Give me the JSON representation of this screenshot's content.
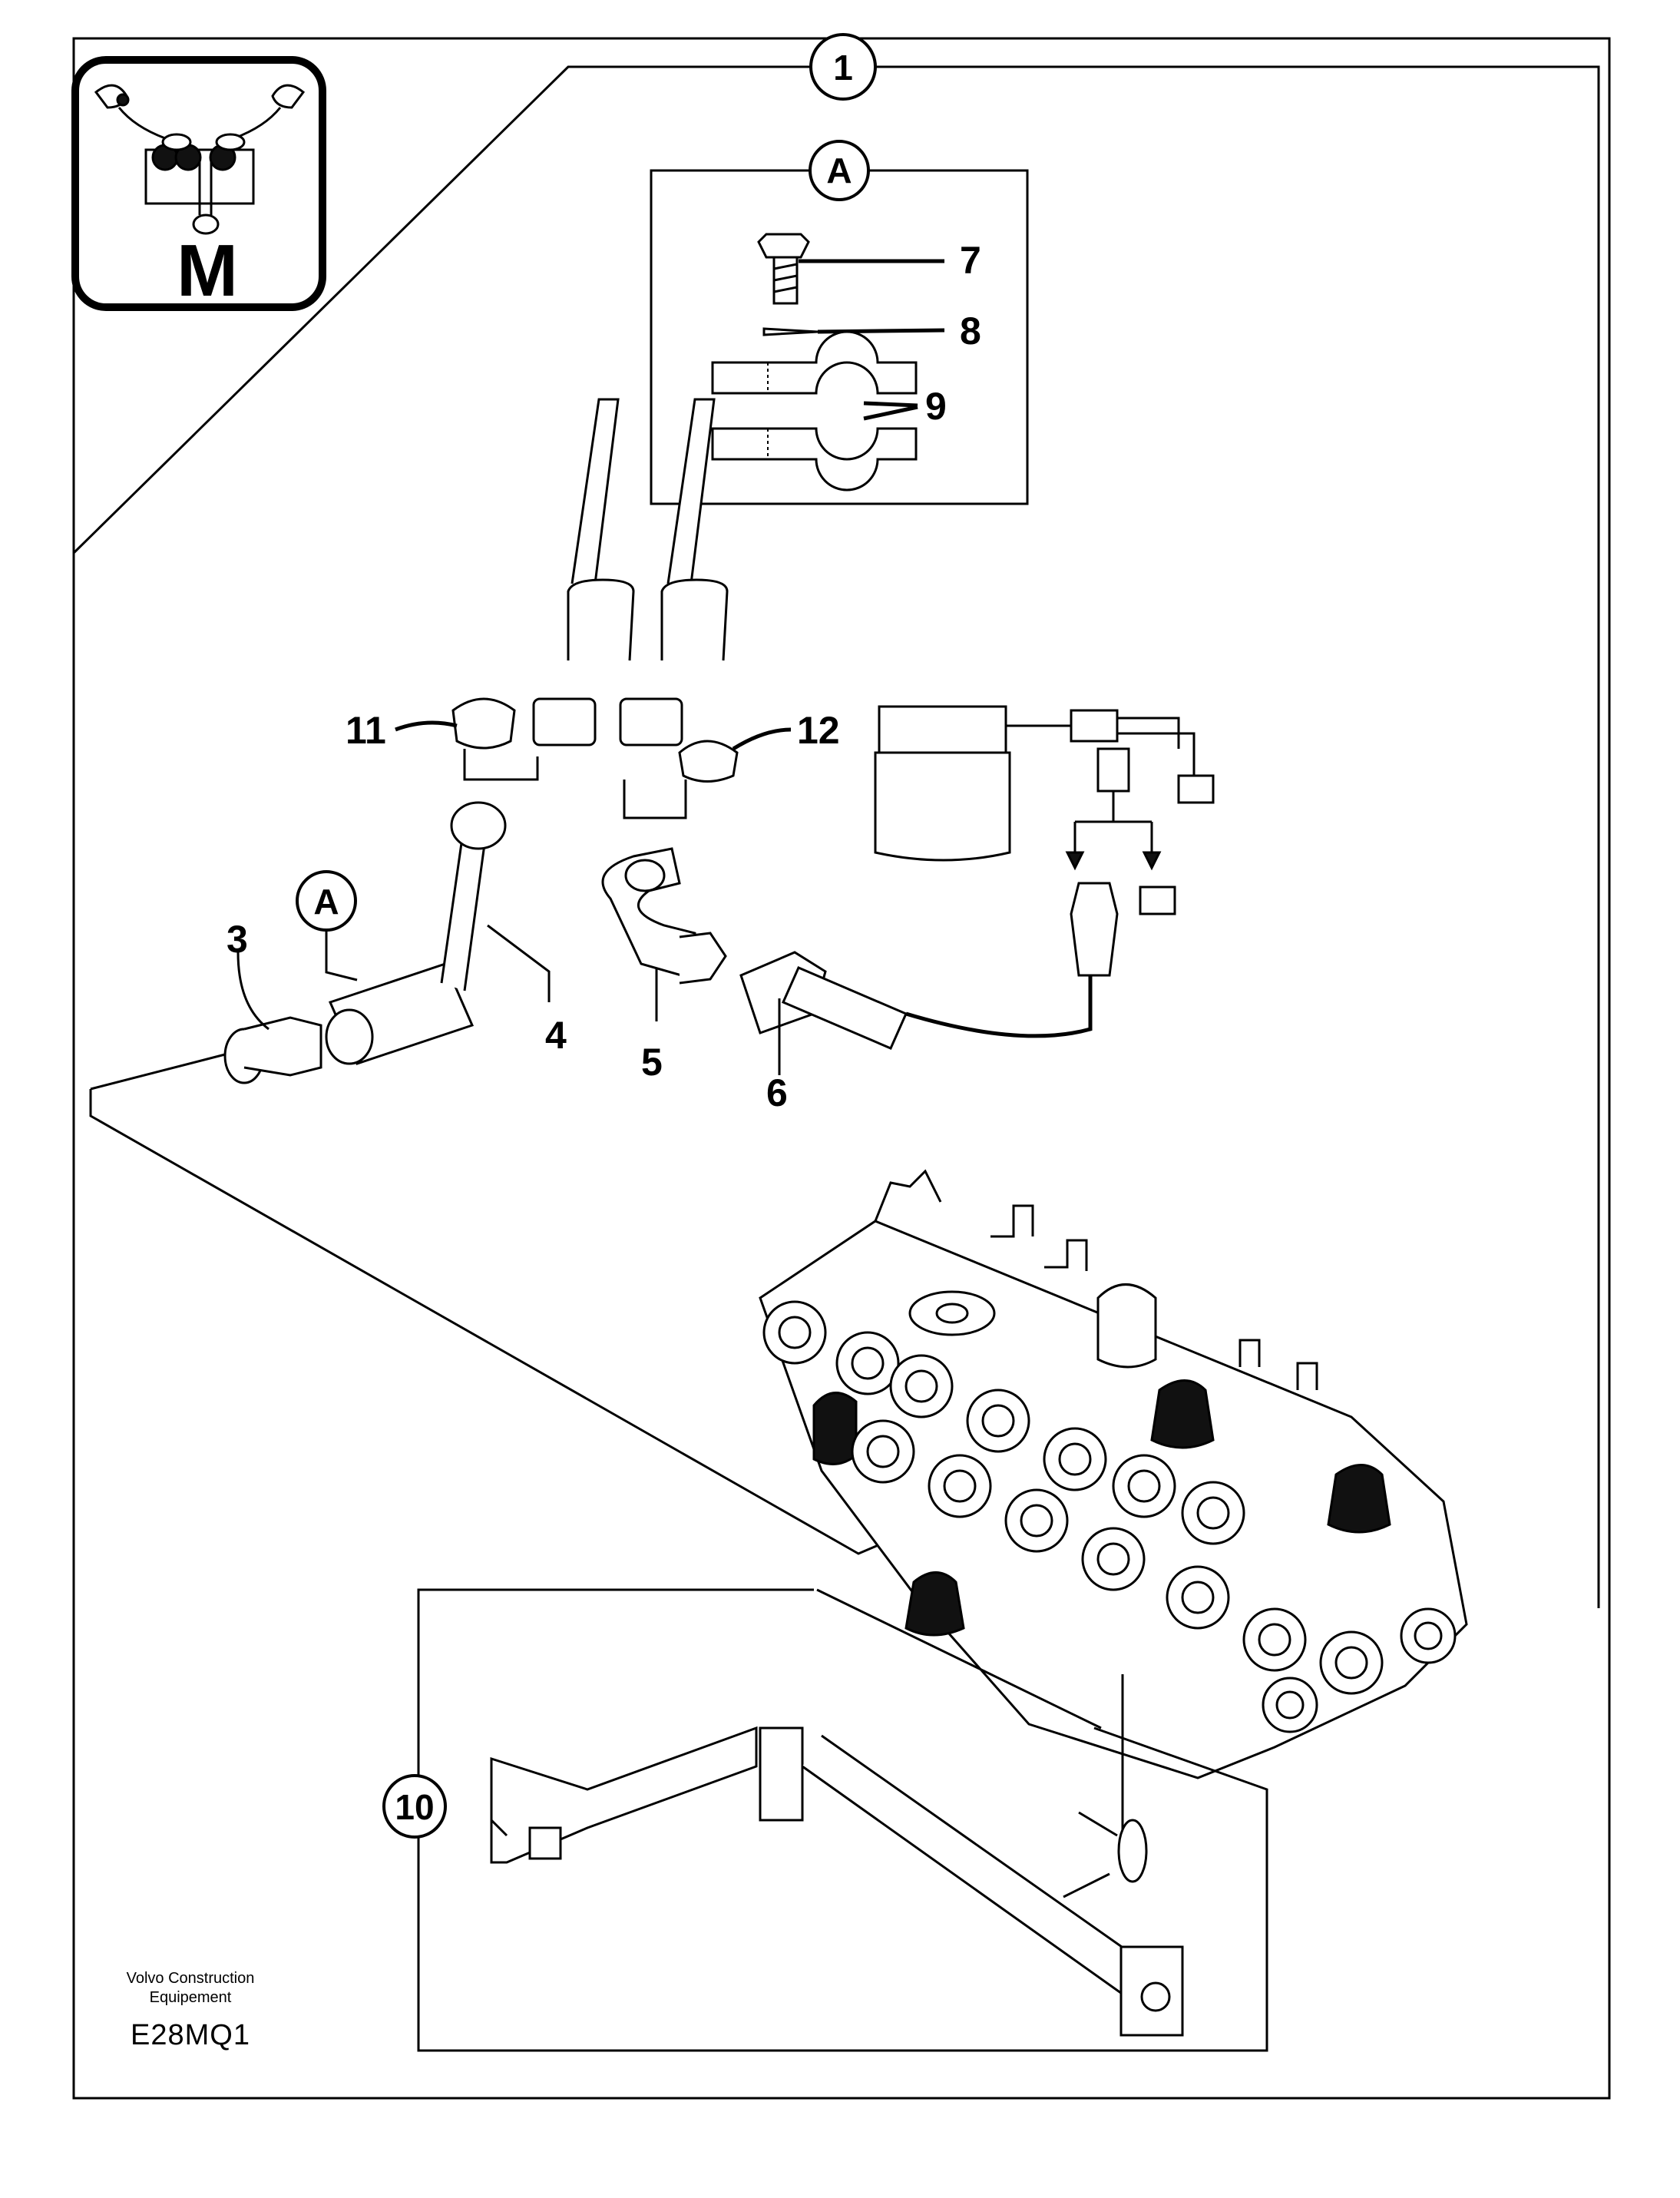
{
  "diagram": {
    "group_callout": "1",
    "detail_a": {
      "label": "A",
      "items": [
        "7",
        "8",
        "9"
      ]
    },
    "parts": {
      "p3": "3",
      "p4": "4",
      "p5": "5",
      "p6": "6",
      "p10": "10",
      "p11": "11",
      "p12": "12",
      "ref_a": "A"
    },
    "symbol_letter": "M"
  },
  "footer": {
    "company_line1": "Volvo Construction",
    "company_line2": "Equipement",
    "code": "E28MQ1"
  }
}
